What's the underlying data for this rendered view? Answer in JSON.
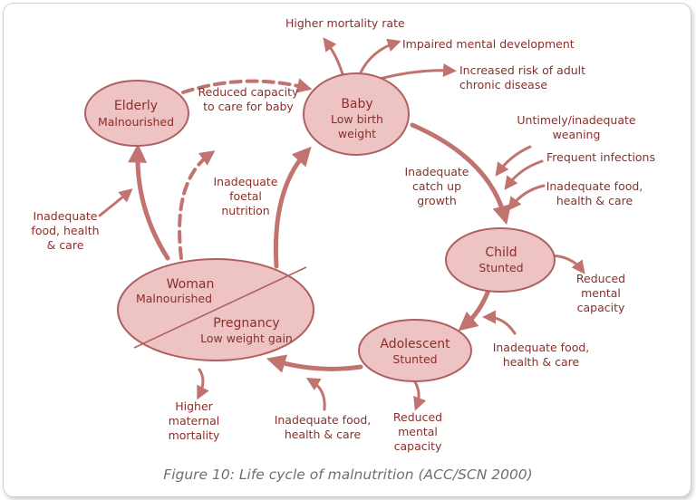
{
  "colors": {
    "ellipse_fill": "#eec3c3",
    "stroke": "#b06060",
    "arrow": "#c0736f",
    "text": "#8b2e2a",
    "caption": "#6f6f73"
  },
  "nodes": {
    "elderly": {
      "title": "Elderly",
      "subtitle": "Malnourished"
    },
    "baby": {
      "title": "Baby",
      "line2": "Low birth",
      "line3": "weight"
    },
    "child": {
      "title": "Child",
      "subtitle": "Stunted"
    },
    "adolescent": {
      "title": "Adolescent",
      "subtitle": "Stunted"
    },
    "woman": {
      "title": "Woman",
      "subtitle": "Malnourished"
    },
    "pregnancy": {
      "title": "Pregnancy",
      "subtitle": "Low weight gain"
    }
  },
  "labels": {
    "higher_mortality": "Higher mortality rate",
    "impaired_mental": "Impaired mental development",
    "adult_risk_1": "Increased risk of adult",
    "adult_risk_2": "chronic disease",
    "untimely_1": "Untimely/inadequate",
    "untimely_2": "weaning",
    "infections": "Frequent infections",
    "child_inputs_1": "Inadequate food,",
    "child_inputs_2": "health & care",
    "catch_up_1": "Inadequate",
    "catch_up_2": "catch up",
    "catch_up_3": "growth",
    "reduced_child_1": "Reduced",
    "reduced_child_2": "mental",
    "reduced_child_3": "capacity",
    "adol_inputs_1": "Inadequate food,",
    "adol_inputs_2": "health & care",
    "reduced_adol_1": "Reduced",
    "reduced_adol_2": "mental",
    "reduced_adol_3": "capacity",
    "bottom_inputs_1": "Inadequate food,",
    "bottom_inputs_2": "health & care",
    "maternal_1": "Higher",
    "maternal_2": "maternal",
    "maternal_3": "mortality",
    "elderly_inputs_1": "Inadequate",
    "elderly_inputs_2": "food, health",
    "elderly_inputs_3": "& care",
    "foetal_1": "Inadequate",
    "foetal_2": "foetal",
    "foetal_3": "nutrition",
    "reduced_care_1": "Reduced capacity",
    "reduced_care_2": "to care for baby"
  },
  "caption": "Figure 10: Life cycle of malnutrition (ACC/SCN 2000)"
}
